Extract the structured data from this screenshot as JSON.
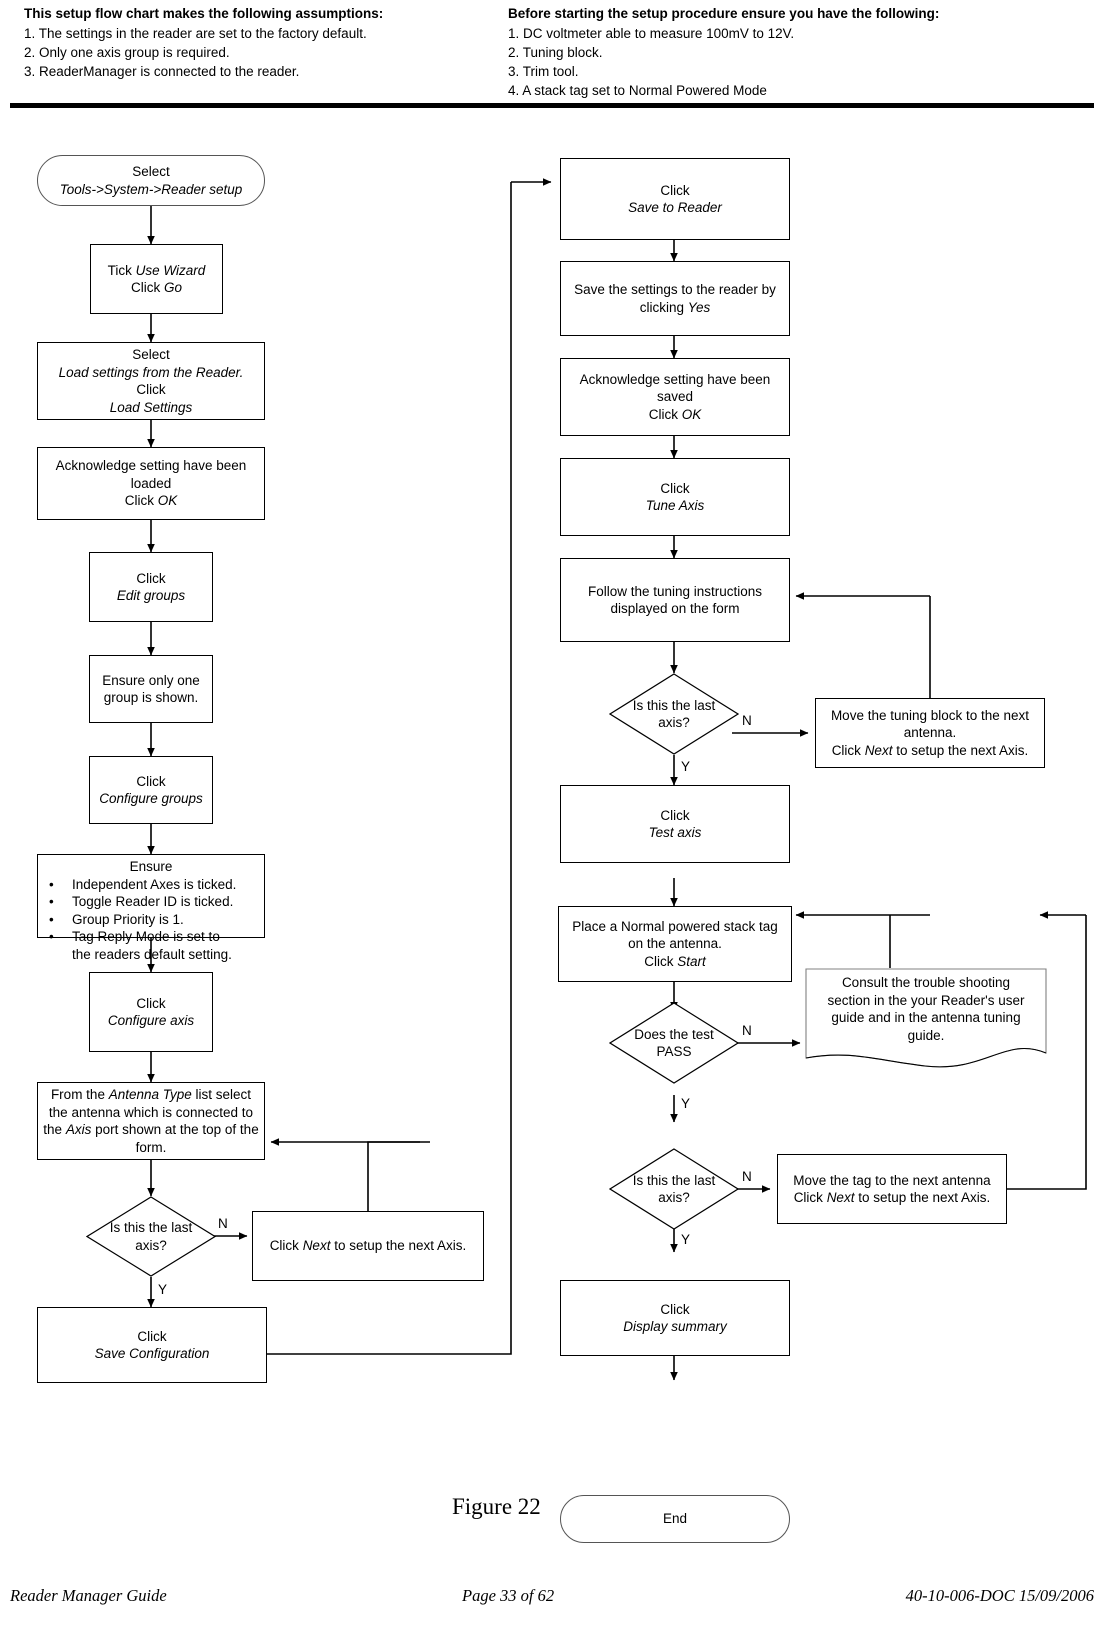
{
  "header": {
    "assumptions": {
      "title": "This setup flow chart makes the following assumptions:",
      "items": [
        "1. The settings in the reader are set to the factory default.",
        "2. Only one axis group is required.",
        "3. ReaderManager is connected to the reader."
      ]
    },
    "prerequisites": {
      "title": "Before starting the setup procedure ensure you have the following:",
      "items": [
        "1. DC voltmeter able to measure 100mV to 12V.",
        "2. Tuning block.",
        "3. Trim tool.",
        "4. A stack tag set to Normal Powered Mode"
      ]
    }
  },
  "flow": {
    "left": {
      "start": {
        "l1": "Select",
        "l2": "Tools->System->Reader setup"
      },
      "wizard": {
        "l1": "Tick ",
        "l1i": "Use Wizard",
        "l2": "Click ",
        "l2i": "Go"
      },
      "load": {
        "l1": "Select",
        "l2i": "Load settings from the Reader.",
        "l3": "Click",
        "l4i": "Load Settings"
      },
      "ack_loaded": {
        "l1": "Acknowledge setting have been",
        "l2": "loaded",
        "l3": "Click ",
        "l3i": "OK"
      },
      "edit_groups": {
        "l1": "Click",
        "l2i": "Edit groups"
      },
      "one_group": {
        "l1": "Ensure only one",
        "l2": "group is shown."
      },
      "configure_groups": {
        "l1": "Click",
        "l2i": "Configure groups"
      },
      "ensure_list": {
        "heading": "Ensure",
        "bullet": "•",
        "items": [
          "Independent Axes is ticked.",
          "Toggle Reader ID is ticked.",
          "Group Priority is 1.",
          "Tag Reply Mode is set to"
        ],
        "item4_cont": "the readers default setting."
      },
      "configure_axis": {
        "l1": "Click",
        "l2i": "Configure axis"
      },
      "antenna_type": {
        "p1": "From the ",
        "i1": "Antenna Type",
        "p2": " list select the antenna which is connected to the ",
        "i2": "Axis",
        "p3": " port shown at the top of the form."
      },
      "last_axis_q": {
        "l1": "Is this the last",
        "l2": "axis?"
      },
      "next_axis": {
        "p1": "Click ",
        "i1": "Next",
        "p2": " to setup the next Axis."
      },
      "save_config": {
        "l1": "Click",
        "l2i": "Save Configuration"
      },
      "label_n": "N",
      "label_y": "Y"
    },
    "right": {
      "save_to_reader": {
        "l1": "Click",
        "l2i": "Save to Reader"
      },
      "save_yes": {
        "l1": "Save the settings to the reader by",
        "l2": "clicking ",
        "l2i": "Yes"
      },
      "ack_saved": {
        "l1": "Acknowledge setting have been",
        "l2": "saved",
        "l3": "Click ",
        "l3i": "OK"
      },
      "tune_axis": {
        "l1": "Click",
        "l2i": "Tune Axis"
      },
      "follow_tuning": {
        "l1": "Follow the tuning instructions",
        "l2": "displayed on the form"
      },
      "last_axis_q1": {
        "l1": "Is this the last",
        "l2": "axis?"
      },
      "move_block": {
        "l1": "Move the tuning block to the next",
        "l2": "antenna.",
        "l3": "Click ",
        "l3i": "Next",
        "l3b": " to setup the next Axis."
      },
      "test_axis": {
        "l1": "Click",
        "l2i": "Test axis"
      },
      "place_tag": {
        "l1": "Place a Normal powered stack tag",
        "l2": "on the antenna.",
        "l3": "Click ",
        "l3i": "Start"
      },
      "test_pass_q": {
        "l1": "Does the test",
        "l2": "PASS"
      },
      "consult": {
        "l1": "Consult the trouble shooting",
        "l2": "section in the your Reader's user",
        "l3": "guide and in the antenna tuning",
        "l4": "guide."
      },
      "last_axis_q2": {
        "l1": "Is this the last",
        "l2": "axis?"
      },
      "move_tag": {
        "l1": "Move the tag to the next antenna",
        "l2": "Click ",
        "l2i": "Next",
        "l2b": " to setup the next Axis."
      },
      "display_summary": {
        "l1": "Click",
        "l2i": "Display summary"
      },
      "end": "End",
      "label_n": "N",
      "label_y": "Y"
    }
  },
  "figure_caption": "Figure 22",
  "footer": {
    "left": "Reader Manager Guide",
    "center": "Page 33 of 62",
    "right": "40-10-006-DOC 15/09/2006"
  }
}
